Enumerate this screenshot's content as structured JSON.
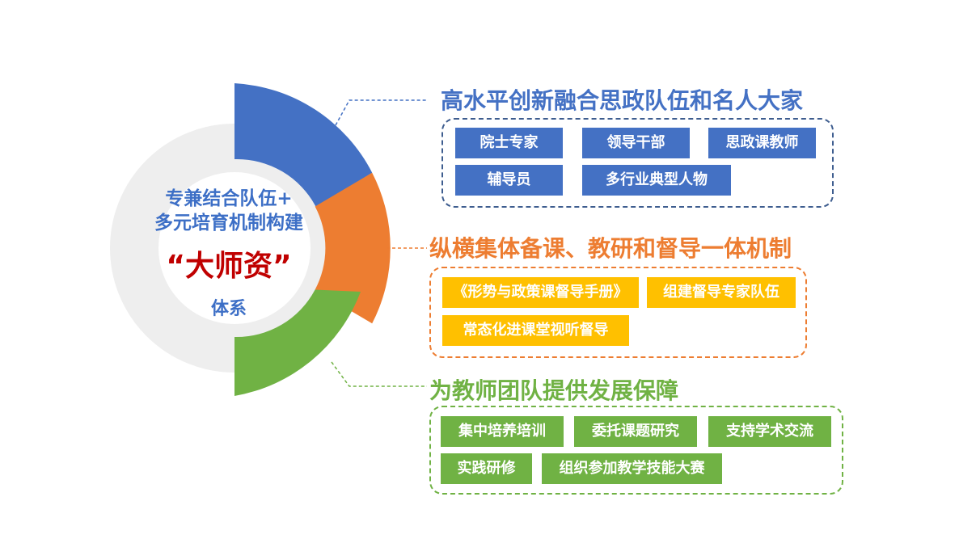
{
  "center": {
    "line1": "专兼结合队伍+",
    "line2": "多元培育机制构建",
    "highlight": "“大师资”",
    "line3": "体系"
  },
  "sections": [
    {
      "title": "高水平创新融合思政队伍和名人大家",
      "color": "#4471c4",
      "tags": [
        "院士专家",
        "领导干部",
        "思政课教师",
        "辅导员",
        "多行业典型人物"
      ]
    },
    {
      "title": "纵横集体备课、教研和督导一体机制",
      "color": "#ed7d31",
      "tags": [
        "《形势与政策课督导手册》",
        "组建督导专家队伍",
        "常态化进课堂视听督导"
      ]
    },
    {
      "title": "为教师团队提供发展保障",
      "color": "#70b244",
      "tags": [
        "集中培养培训",
        "委托课题研究",
        "支持学术交流",
        "实践研修",
        "组织参加教学技能大赛"
      ]
    }
  ],
  "colors": {
    "ring_bg": "#eeeeee",
    "segment_blue": "#4471c4",
    "segment_orange": "#ed7d31",
    "segment_green": "#70b244",
    "tag_yellow": "#ffc000",
    "highlight_red": "#c00000"
  }
}
